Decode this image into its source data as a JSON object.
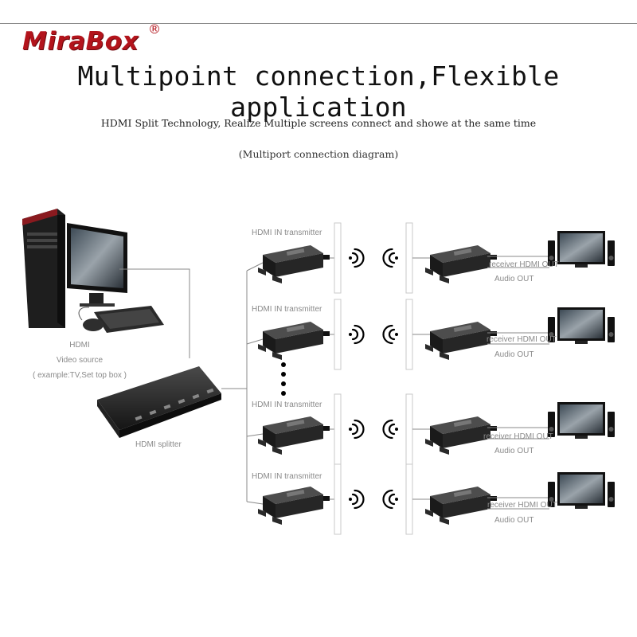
{
  "brand": {
    "name": "MiraBox",
    "registered_mark": "®"
  },
  "title": "Multipoint connection,Flexible application",
  "subtitle": "HDMI Split Technology, Realize Multiple screens connect and showe at the same time",
  "caption": "(Multiport connection diagram)",
  "source": {
    "line1": "HDMI",
    "line2": "Video source",
    "line3": "( example:TV,Set top box )"
  },
  "splitter_label": "HDMI splitter",
  "transmitter_label": "HDMI IN transmitter",
  "receiver_label": "receiver HDMI OUT",
  "audio_label": "Audio OUT",
  "colors": {
    "brand": "#b3141c",
    "device": "#2b2b2b",
    "line": "#888888"
  },
  "icons": [
    "computer-tower-icon",
    "monitor-icon",
    "keyboard-icon",
    "mouse-icon",
    "hdmi-splitter-icon",
    "transmitter-icon",
    "receiver-icon",
    "wireless-signal-icon",
    "antenna-panel-icon",
    "tv-display-icon",
    "speaker-icon"
  ]
}
